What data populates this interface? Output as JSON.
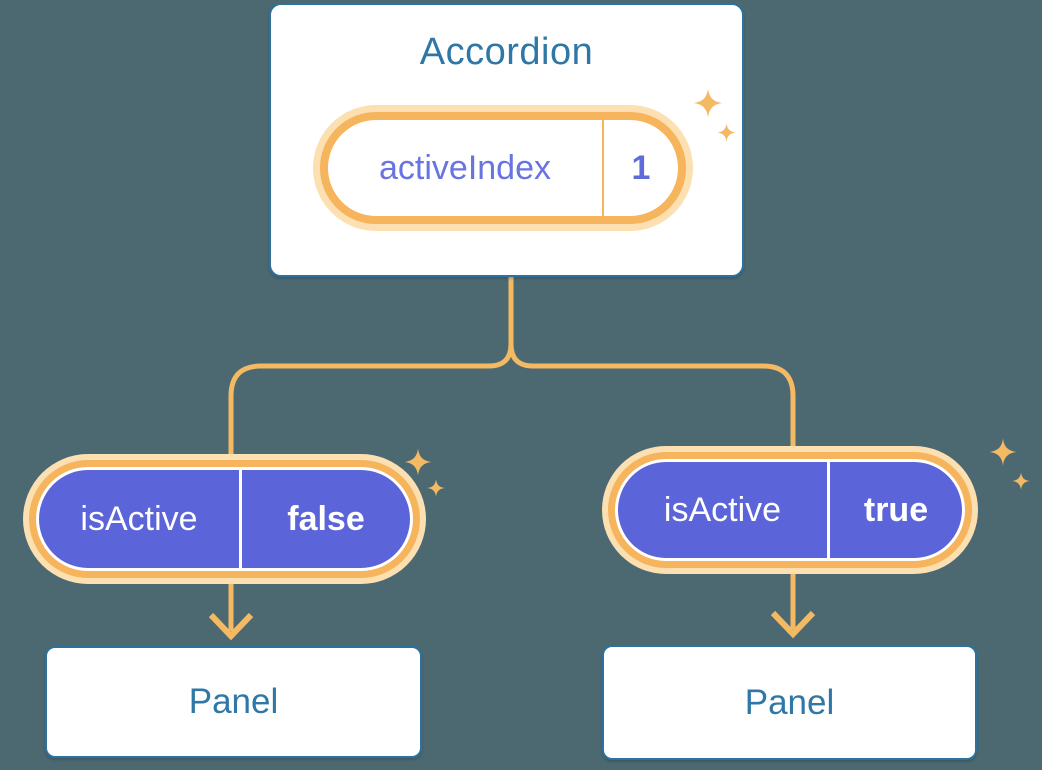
{
  "colors": {
    "background": "#4C6972",
    "card-border": "#2D719E",
    "heading-blue": "#2F77A6",
    "line-orange": "#F4B963",
    "ring-orange": "#F6B45C",
    "glow-orange": "#FCE0B2",
    "pill-purple": "#5B64D8",
    "state-text-purple": "#6874E2",
    "state-value-purple": "#5F6BD9"
  },
  "root_component": {
    "title": "Accordion",
    "state": {
      "name": "activeIndex",
      "value": "1"
    }
  },
  "children": [
    {
      "prop_name": "isActive",
      "prop_value": "false",
      "target_title": "Panel"
    },
    {
      "prop_name": "isActive",
      "prop_value": "true",
      "target_title": "Panel"
    }
  ],
  "icons": {
    "sparkle": "✦"
  }
}
